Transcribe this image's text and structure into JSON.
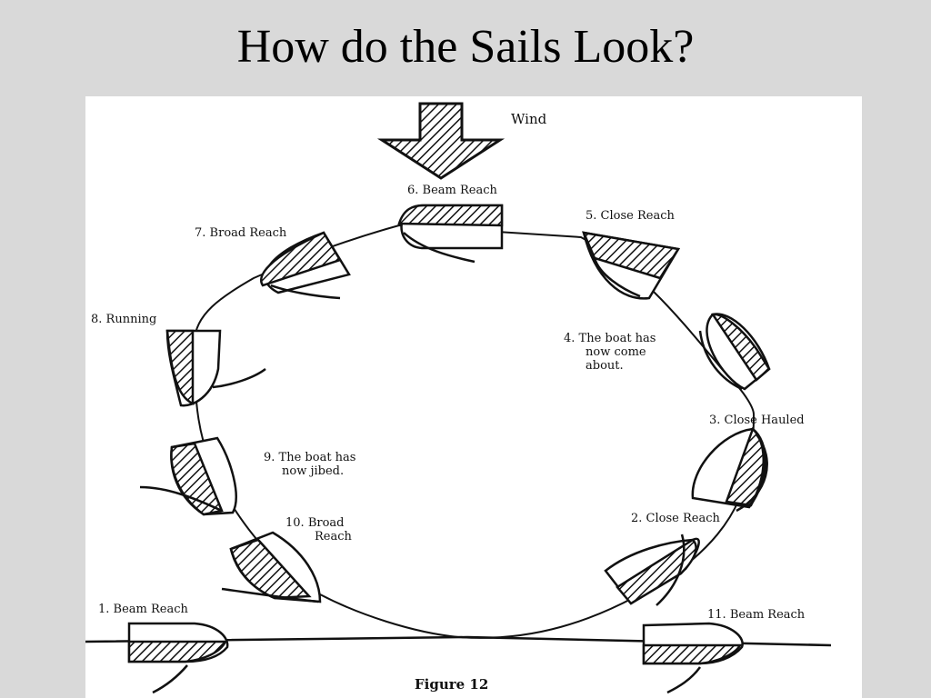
{
  "title": "How do the Sails Look?",
  "wind_label": "Wind",
  "figure_caption": "Figure 12",
  "points": {
    "p1": {
      "number": "1.",
      "text": "Beam Reach"
    },
    "p2": {
      "number": "2.",
      "text": "Close Reach"
    },
    "p3": {
      "number": "3.",
      "text": "Close Hauled"
    },
    "p4": {
      "number": "4.",
      "line1": "The boat has",
      "line2": "now come",
      "line3": "about."
    },
    "p5": {
      "number": "5.",
      "text": "Close Reach"
    },
    "p6": {
      "number": "6.",
      "text": "Beam Reach"
    },
    "p7": {
      "number": "7.",
      "text": "Broad Reach"
    },
    "p8": {
      "number": "8.",
      "text": "Running"
    },
    "p9": {
      "number": "9.",
      "line1": "The boat has",
      "line2": "now jibed."
    },
    "p10": {
      "number": "10.",
      "line1": "Broad",
      "line2": "Reach"
    },
    "p11": {
      "number": "11.",
      "text": "Beam Reach"
    }
  },
  "colors": {
    "background": "#d9d9d9",
    "panel": "#ffffff",
    "ink": "#111111"
  }
}
